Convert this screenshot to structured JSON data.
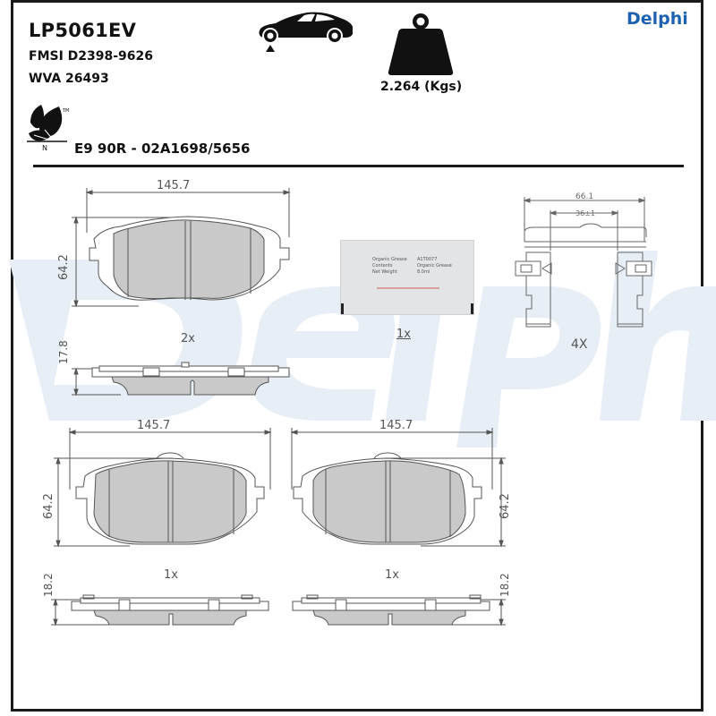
{
  "header": {
    "part_number": "LP5061EV",
    "fmsi": "FMSI D2398-9626",
    "wva": "WVA 26493",
    "approval_code": "E9 90R - 02A1698/5656",
    "weight": "2.264 (Kgs)",
    "brand": "Delphi",
    "brand_color": "#1d62b1",
    "icons": [
      "eco-leaf-icon",
      "car-jack-icon",
      "weight-icon"
    ]
  },
  "drawings": {
    "top_pad": {
      "width_dim": "145.7",
      "height_dim": "64.2",
      "thickness_dim": "17.8",
      "quantity": "2x"
    },
    "grease_sachet": {
      "quantity": "1x",
      "lines": [
        "Organic Grease",
        "Contents",
        "Net Weight"
      ],
      "values": [
        "A1T0077",
        "Organic Grease",
        "8.0ml"
      ]
    },
    "clip": {
      "outer_dim": "66.1",
      "inner_dim": "36±1",
      "quantity": "4X"
    },
    "bottom_left_pad": {
      "width_dim": "145.7",
      "height_dim": "64.2",
      "thickness_dim": "18.2",
      "quantity": "1x"
    },
    "bottom_right_pad": {
      "width_dim": "145.7",
      "height_dim": "64.2",
      "thickness_dim": "18.2",
      "quantity": "1x"
    }
  }
}
